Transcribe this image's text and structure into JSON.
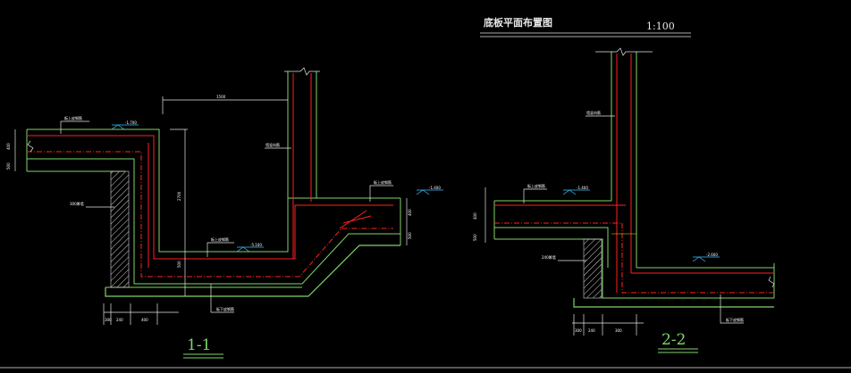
{
  "plan_title": "底板平面布置图",
  "plan_scale": "1:100",
  "section_1": {
    "label": "1-1",
    "elev_top_left": "-1.700",
    "elev_bottom": "-5.100",
    "elev_top_right": "-1.400",
    "note_slab_left": "板上皮钢筋",
    "note_wall_left": "300厚墙",
    "note_wall_inner": "墙竖向筋",
    "note_bottom": "板上皮钢筋",
    "note_bottom_lower": "板下皮钢筋",
    "note_right": "板上皮钢筋",
    "dim_top": "1500",
    "dim_left_a": "400",
    "dim_left_b": "500",
    "dim_height": "2700",
    "dim_right_a": "400",
    "dim_right_b": "500",
    "dim_bot_a": "300",
    "dim_bot_b": "240",
    "dim_bot_c": "400",
    "dim_vertical_small": "500"
  },
  "section_2": {
    "label": "2-2",
    "elev_top": "-1.400",
    "elev_bottom": "-2.600",
    "note_wall": "墙竖向筋",
    "note_slab": "板上皮钢筋",
    "note_wall_left": "240厚墙",
    "note_bottom": "板下皮钢筋",
    "dim_left_a": "400",
    "dim_left_b": "500",
    "dim_bot_a": "300",
    "dim_bot_b": "240",
    "dim_bot_c": "300"
  }
}
